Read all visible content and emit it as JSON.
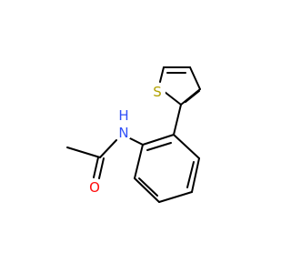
{
  "molecule": {
    "atoms": {
      "sulfur": {
        "label": "S",
        "color": "#b2a200"
      },
      "nitrogen": {
        "label": "N",
        "color": "#3050f8"
      },
      "nitrogen_h": {
        "label": "H",
        "color": "#3050f8"
      },
      "oxygen": {
        "label": "O",
        "color": "#ff0d0d"
      }
    },
    "bond_color": "#000000",
    "background": "#ffffff"
  }
}
